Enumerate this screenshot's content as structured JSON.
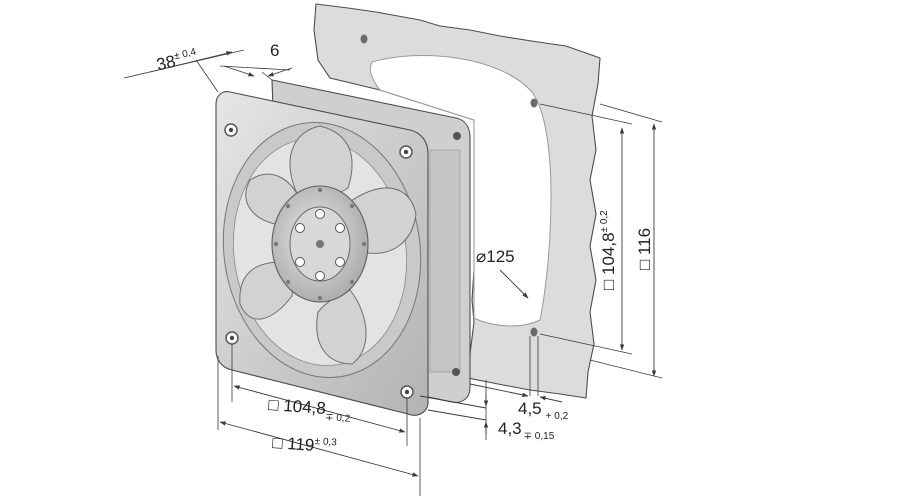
{
  "colors": {
    "panel": "#dcdcdc",
    "panel_edge": "#9a9a9a",
    "frame_light": "#e4e4e4",
    "frame_mid": "#c9c9c9",
    "frame_dark": "#8f8f8f",
    "blade": "#cfcfcf",
    "hub": "#b8b8b8",
    "line": "#3a3a3a"
  },
  "dimensions": {
    "depth": {
      "value": "38",
      "tolerance": "± 0,4"
    },
    "flange": {
      "value": "6"
    },
    "diameter": {
      "value": "⌀125"
    },
    "hole_spacing_vertical": {
      "value": "□ 104,8",
      "tolerance": "± 0,2"
    },
    "panel_height": {
      "value": "□ 116"
    },
    "hole_spacing_horizontal": {
      "value": "□ 104,8",
      "tolerance": "∓ 0,2"
    },
    "frame_width": {
      "value": "□ 119",
      "tolerance": "± 0,3"
    },
    "hole_diameter_panel": {
      "value": "4,5",
      "tolerance": "+ 0,2"
    },
    "hole_diameter_fan": {
      "value": "4,3",
      "tolerance": "∓ 0,15"
    }
  }
}
